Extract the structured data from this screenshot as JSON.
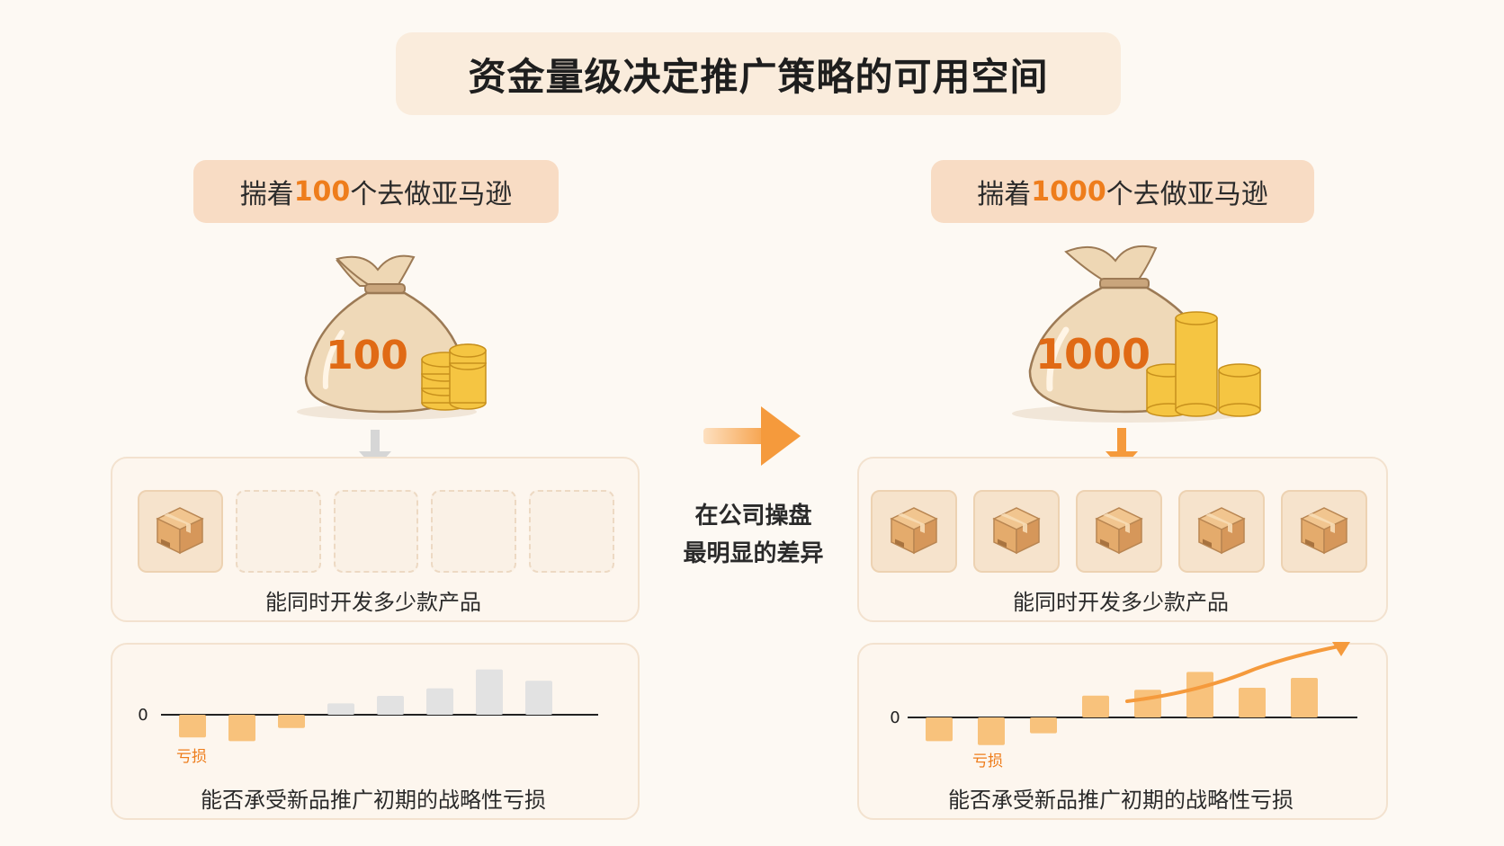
{
  "title": "资金量级决定推广策略的可用空间",
  "left": {
    "scenario_prefix": "揣着",
    "amount": "100",
    "scenario_suffix": "个去做亚马逊",
    "bag_label": "100",
    "products_caption": "能同时开发多少款产品",
    "products_filled": 1,
    "products_total": 5,
    "chart_zero": "0",
    "loss_label": "亏损",
    "loss_caption": "能否承受新品推广初期的战略性亏损"
  },
  "right": {
    "scenario_prefix": "揣着",
    "amount": "1000",
    "scenario_suffix": "个去做亚马逊",
    "bag_label": "1000",
    "products_caption": "能同时开发多少款产品",
    "products_filled": 5,
    "products_total": 5,
    "chart_zero": "0",
    "loss_label": "亏损",
    "loss_caption": "能否承受新品推广初期的战略性亏损"
  },
  "middle": {
    "line1": "在公司操盘",
    "line2": "最明显的差异"
  },
  "chart_data": [
    {
      "type": "bar",
      "note": "left profit sketch (no axis scale shown)",
      "values": [
        -1.2,
        -1.4,
        -0.7,
        0.6,
        1.0,
        1.4,
        2.4,
        1.8
      ],
      "colors": [
        "#f8c27c",
        "#f8c27c",
        "#f8c27c",
        "#e2e2e2",
        "#e2e2e2",
        "#e2e2e2",
        "#e2e2e2",
        "#e2e2e2"
      ]
    },
    {
      "type": "bar",
      "note": "right profit sketch (no axis scale shown)",
      "values": [
        -1.2,
        -1.4,
        -0.8,
        1.1,
        1.4,
        2.3,
        1.5,
        2.0
      ],
      "colors": [
        "#f8c27c",
        "#f8c27c",
        "#f8c27c",
        "#f8c27c",
        "#f8c27c",
        "#f8c27c",
        "#f8c27c",
        "#f8c27c"
      ]
    }
  ],
  "colors": {
    "accent": "#ee7d1c",
    "bar_orange": "#f8c27c",
    "bar_gray": "#e2e2e2"
  }
}
